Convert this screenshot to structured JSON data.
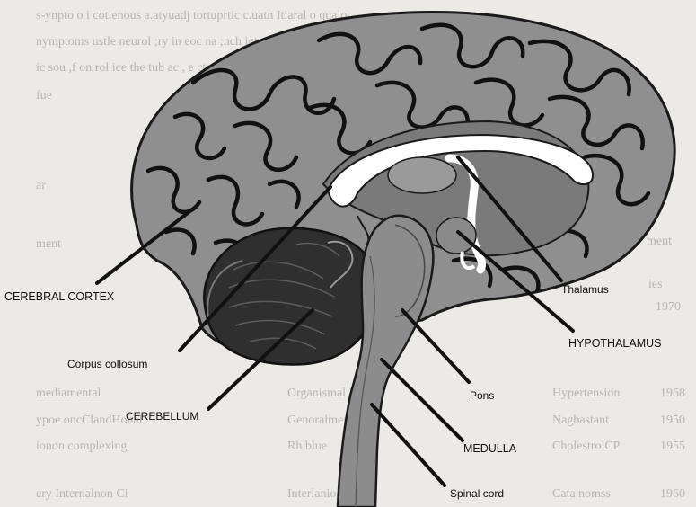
{
  "diagram": {
    "labels": {
      "cerebral_cortex": "CEREBRAL CORTEX",
      "corpus_collosum": "Corpus collosum",
      "cerebellum": "CEREBELLUM",
      "thalamus": "Thalamus",
      "hypothalamus": "HYPOTHALAMUS",
      "pons": "Pons",
      "medulla": "MEDULLA",
      "spinal_cord": "Spinal cord"
    }
  },
  "background_text": {
    "top_lines": [
      "s-ynpto o i cotlenous a.atyuadj tortuprtic c.uatn  Itiaral  o  qualo",
      "nymptoms      ustle neurol  ;ry in eoc    na ;nch ictn cata  Haemi",
      "ic  sou        ,f   on  rol    ice  the  tub  ac ,  e  ctoup  intorrat",
      "fue"
    ],
    "mid_fragment": "ar",
    "right_fragments": [
      "ment",
      "ies",
      "1970"
    ],
    "left_fragments": [
      "ment"
    ],
    "bottom_rows": [
      [
        "mediamental",
        "Organismal  Bror p",
        "Hypertension",
        "1968"
      ],
      [
        "ypoe  oncClandHonal",
        "Genoralmen t",
        "Nagbastant",
        "1950"
      ],
      [
        "ionon  complexing",
        "Rh  blue",
        "CholestrolCP",
        "1955"
      ],
      [
        "ery  Internalnon  Ci",
        "Interlanio Cin",
        "Cata  nomss",
        "1960"
      ]
    ]
  }
}
